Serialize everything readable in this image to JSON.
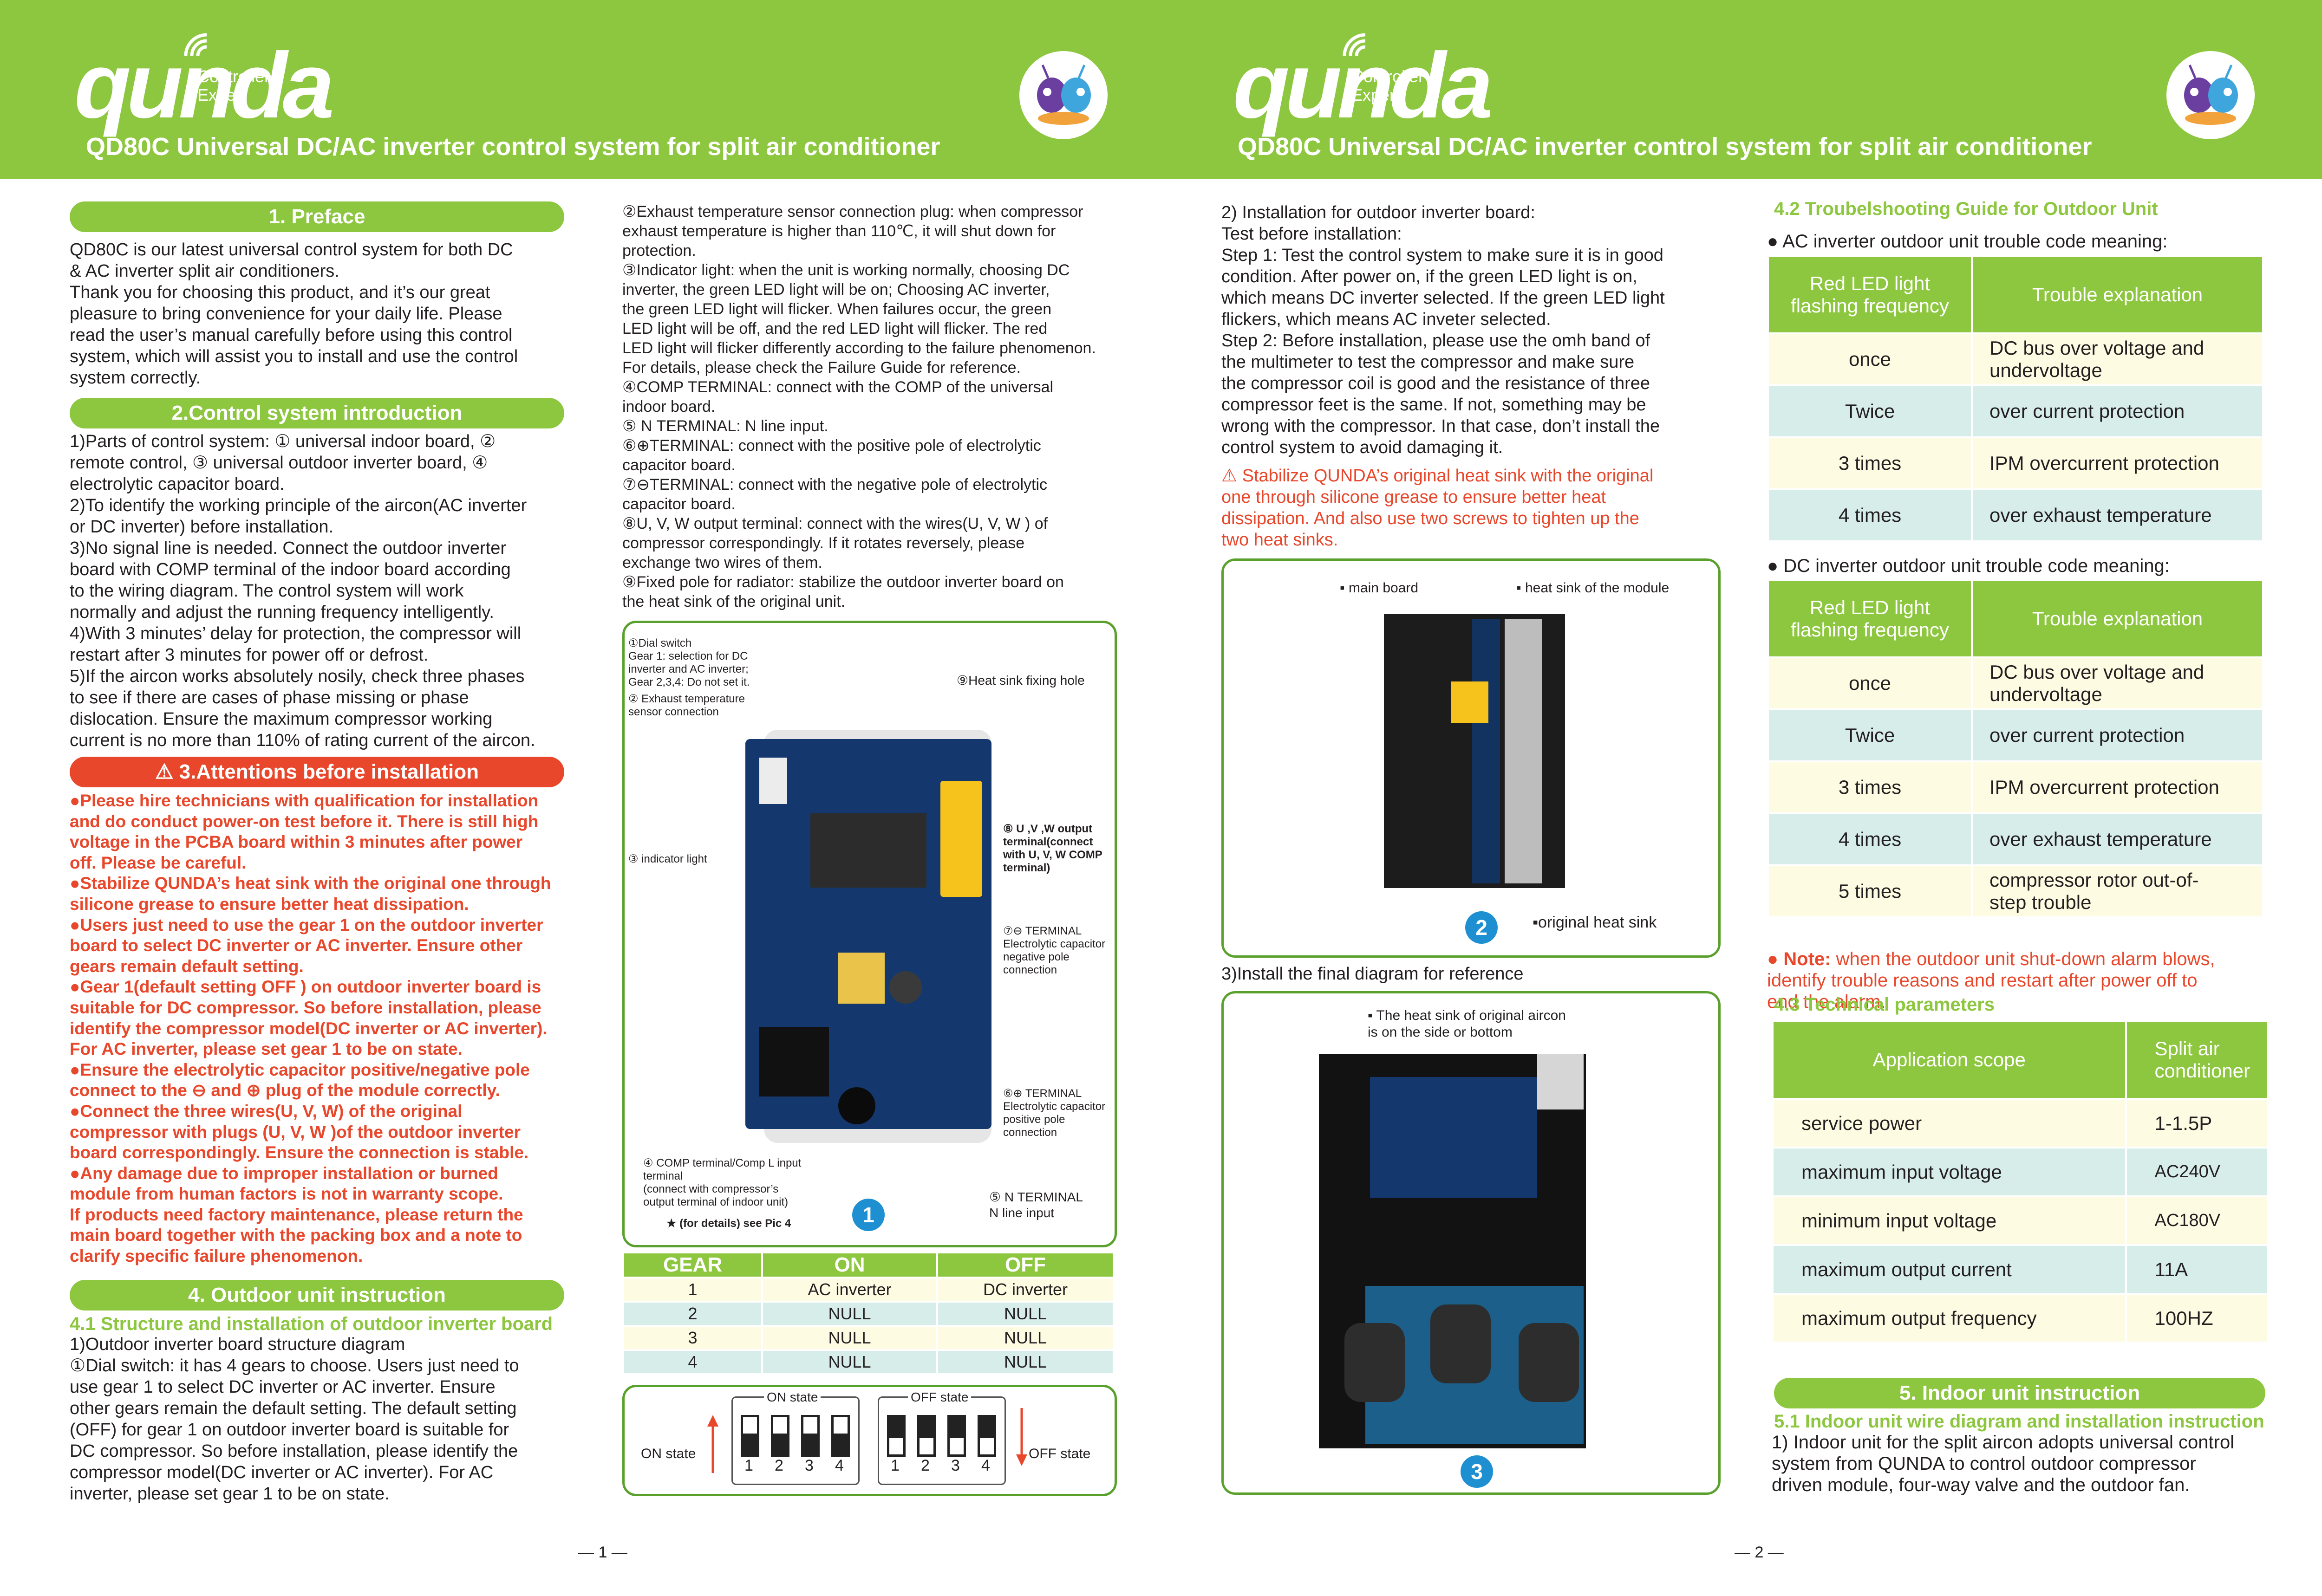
{
  "header": {
    "logo": "qunda",
    "logo_tag1": "Controller",
    "logo_tag2": "Expert",
    "title": "QD80C Universal DC/AC inverter control system for split air conditioner"
  },
  "colors": {
    "accent": "#8dc63f",
    "alert": "#e8472b",
    "badge": "#1e90d2"
  },
  "s1": {
    "title": "1. Preface",
    "body": "QD80C is our latest universal control system for both DC\n& AC inverter split air conditioners.\nThank you for choosing this product, and it’s our great\npleasure to bring convenience for your daily life. Please\nread the user’s manual carefully before using this control\nsystem, which will assist you to install and use the control\nsystem correctly."
  },
  "s2": {
    "title": "2.Control system introduction",
    "body": "1)Parts of control system:  ① universal indoor board, ②\n   remote control, ③ universal outdoor inverter board, ④\n   electrolytic capacitor board.\n2)To identify the working principle of the aircon(AC inverter\n   or DC inverter) before installation.\n3)No signal line is needed. Connect the outdoor inverter\n   board with COMP terminal of the indoor board according\n   to the wiring diagram. The control system will work\n   normally and adjust the running frequency intelligently.\n4)With 3 minutes’ delay for protection, the compressor will\n   restart after 3 minutes for power off or defrost.\n5)If the aircon works absolutely nosily, check three phases\n   to see if there are cases of phase missing or phase\n   dislocation. Ensure the maximum compressor working\n   current is no more than 110% of rating current of the aircon."
  },
  "s3": {
    "title": "3.Attentions before installation",
    "body": "●Please hire technicians with qualification for installation\n   and do conduct power-on test before it. There is still high\n   voltage in the PCBA board within 3 minutes after power\n   off. Please be careful.\n●Stabilize QUNDA’s heat sink with the original one through\n   silicone grease to ensure better heat dissipation.\n●Users just need to use the gear 1 on the outdoor inverter\n   board to select DC inverter or AC inverter. Ensure other\n   gears remain default setting.\n●Gear 1(default setting OFF ) on outdoor inverter board is\n   suitable for DC compressor. So before installation, please\n   identify the compressor model(DC inverter or AC inverter).\n   For AC inverter, please set gear 1 to be on state.\n●Ensure the electrolytic capacitor positive/negative pole\n   connect to the ⊖ and ⊕ plug of the module correctly.\n●Connect the three wires(U, V, W) of the original\n   compressor with plugs (U, V, W )of the outdoor inverter\n   board correspondingly. Ensure the connection is stable.\n●Any damage due to improper installation or burned\n   module from human factors is not in warranty scope.\n   If products need factory maintenance, please return the\n   main board together with the packing box and a note to\n   clarify specific failure phenomenon."
  },
  "s4": {
    "title": "4. Outdoor unit instruction",
    "sub": "4.1 Structure and installation of outdoor inverter board",
    "body": "1)Outdoor inverter board structure diagram\n①Dial switch: it has 4 gears to choose. Users just need to\n   use gear 1 to select DC inverter or AC inverter. Ensure\n   other gears remain the default setting. The default setting\n   (OFF) for gear 1 on outdoor inverter board is suitable for\n   DC compressor. So before installation, please identify the\n   compressor model(DC inverter or AC inverter). For AC\n   inverter, please set gear 1 to be on state."
  },
  "col2": {
    "body": "②Exhaust temperature sensor connection plug: when compressor\n   exhaust temperature is higher than 110℃, it will shut down for\n   protection.\n③Indicator light: when the unit is working normally, choosing DC\n   inverter, the green LED light will be on; Choosing AC inverter,\n   the green LED light will flicker. When failures occur, the green\n   LED light will be off, and the red LED light will flicker. The red\n   LED light will flicker differently according to the failure phenomenon.\n   For details, please check the Failure Guide for reference.\n④COMP TERMINAL: connect with the COMP of the universal\n   indoor board.\n⑤ N TERMINAL: N line input.\n⑥⊕TERMINAL: connect with the positive pole of electrolytic\n   capacitor board.\n⑦⊖TERMINAL: connect with the negative pole of electrolytic\n   capacitor board.\n⑧U, V, W output terminal: connect with the wires(U, V, W ) of\n   compressor correspondingly. If it rotates reversely, please\n   exchange two wires of them.\n⑨Fixed pole for radiator: stabilize the outdoor inverter board on\n   the heat sink of the original unit."
  },
  "fig1": {
    "c1": "①Dial switch\n    Gear 1: selection for DC\n    inverter and AC inverter;\n    Gear 2,3,4: Do not set it.",
    "c2": "② Exhaust temperature\n    sensor connection",
    "c3": "③ indicator light",
    "c4": "④ COMP terminal/Comp L input\n    terminal\n    (connect with compressor’s\n    output terminal of indoor unit)",
    "c4b": "★ (for details) see Pic 4",
    "c5": "⑤ N TERMINAL\n    N line input",
    "c6": "⑥⊕ TERMINAL\n    Electrolytic capacitor\n    positive pole\n    connection",
    "c7": "⑦⊖ TERMINAL\n    Electrolytic capacitor\n    negative pole\n    connection",
    "c8": "⑧ U ,V ,W output\n    terminal(connect\n    with U, V, W COMP\n    terminal)",
    "c9": "⑨Heat sink fixing hole",
    "badge": "1"
  },
  "gear_table": {
    "headers": [
      "GEAR",
      "ON",
      "OFF"
    ],
    "rows": [
      [
        "1",
        "AC inverter",
        "DC inverter"
      ],
      [
        "2",
        "NULL",
        "NULL"
      ],
      [
        "3",
        "NULL",
        "NULL"
      ],
      [
        "4",
        "NULL",
        "NULL"
      ]
    ]
  },
  "dip": {
    "on_label": "ON state",
    "off_label": "OFF state",
    "on_title": "ON state",
    "off_title": "OFF state",
    "nums": [
      "1",
      "2",
      "3",
      "4"
    ]
  },
  "col3": {
    "body": "2) Installation for outdoor inverter board:\n   Test before installation:\n   Step 1: Test the control system to make sure it is in good\n   condition. After power on, if the green LED light is on,\n   which means DC inverter selected. If the green LED light\n   flickers, which means AC inveter selected.\n   Step 2: Before installation, please use the omh band of\n   the multimeter to test the compressor and make sure\n   the compressor coil is good and the resistance of three\n   compressor feet is the same. If not, something may be\n   wrong with the compressor. In that case, don’t install the\n   control system to avoid damaging it.",
    "warn": "⚠ Stabilize QUNDA’s original heat sink with the original\n   one through silicone grease to ensure better heat\n   dissipation. And also use two screws to tighten up the\n   two heat sinks.",
    "fig2_c1": "▪ main board",
    "fig2_c2": "▪ heat sink of the module",
    "fig2_c3": "▪original heat sink",
    "fig2_badge": "2",
    "final_label": "3)Install the final diagram for reference",
    "fig3_c1": "▪ The heat sink of original aircon\n   is on the side or bottom",
    "fig3_badge": "3"
  },
  "col4": {
    "sub42": "4.2 Troubelshooting Guide for Outdoor Unit",
    "ac_label": "● AC inverter outdoor unit trouble code meaning:",
    "dc_label": "● DC inverter outdoor unit trouble code meaning:",
    "th1": "Red LED light\nflashing frequency",
    "th2": "Trouble explanation",
    "ac_rows": [
      [
        "once",
        "DC bus over voltage and\nundervoltage"
      ],
      [
        "Twice",
        "over current protection"
      ],
      [
        "3 times",
        "IPM overcurrent protection"
      ],
      [
        "4 times",
        "over exhaust temperature"
      ]
    ],
    "dc_rows": [
      [
        "once",
        "DC bus over voltage and\nundervoltage"
      ],
      [
        "Twice",
        "over current protection"
      ],
      [
        "3 times",
        "IPM overcurrent protection"
      ],
      [
        "4 times",
        "over exhaust temperature"
      ],
      [
        "5 times",
        "compressor rotor out-of-\nstep trouble"
      ]
    ],
    "note_bold": "● Note:",
    "note_text": " when the outdoor unit shut-down alarm blows,\n   identify trouble reasons and restart after power off to\n   end the alarm.",
    "sub43": "4.3  Technical parameters",
    "tp_h1": "Application scope",
    "tp_h2": "Split air\nconditioner",
    "tp_rows": [
      [
        "service power",
        "1-1.5P"
      ],
      [
        "maximum input voltage",
        "AC240V"
      ],
      [
        "minimum input voltage",
        "AC180V"
      ],
      [
        "maximum output current",
        "11A"
      ],
      [
        "maximum output frequency",
        "100HZ"
      ]
    ],
    "s5_title": "5. Indoor unit instruction",
    "sub51": "5.1 Indoor unit wire diagram and installation instruction",
    "s5_body": "1) Indoor unit for the split aircon adopts  universal control\n   system from QUNDA to control outdoor compressor\n   driven  module, four-way valve and the outdoor fan."
  },
  "page_numbers": [
    "— 1 —",
    "— 2 —"
  ]
}
